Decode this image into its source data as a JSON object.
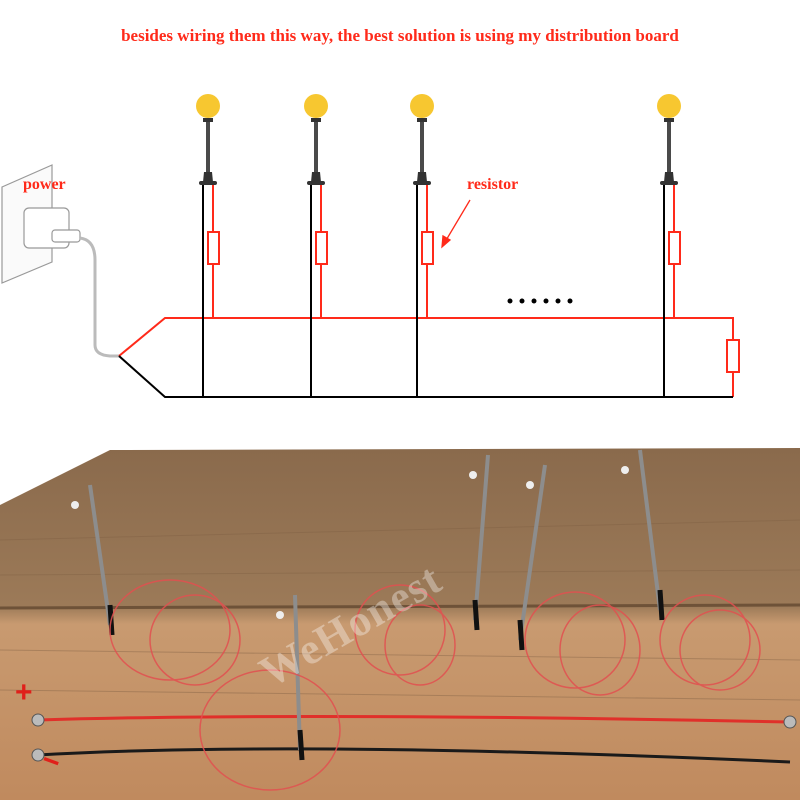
{
  "headline": "besides wiring them this way, the best solution is using my distribution board",
  "diagram": {
    "power_label": "power",
    "resistor_label": "resistor",
    "ellipsis": "......",
    "lamp_count_shown": 4,
    "colors": {
      "positive_wire": "#ff2a1a",
      "negative_wire": "#000000",
      "bulb": "#f7c730",
      "pole": "#4a4a4a"
    }
  },
  "photo": {
    "plus_sign": "+",
    "minus_sign": "−",
    "watermark": "WeHonest",
    "colors": {
      "wood": "#b98a5e",
      "red_wire": "#e0302a",
      "black_wire": "#1a1a1a"
    }
  }
}
